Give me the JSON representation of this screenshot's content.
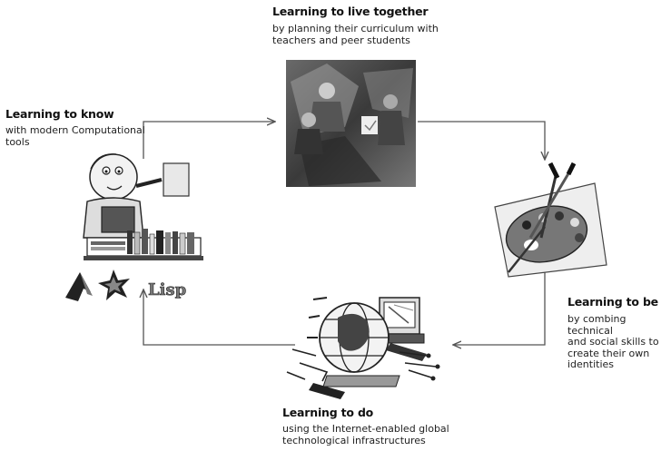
{
  "nodes": {
    "live_together": {
      "title": "Learning to live together",
      "desc_lines": [
        "by planning their curriculum with",
        "teachers and peer students"
      ]
    },
    "know": {
      "title": "Learning to know",
      "desc_lines": [
        "with modern Computational",
        "tools"
      ],
      "logo_text": "Lisp"
    },
    "be": {
      "title": "Learning to be",
      "desc_lines": [
        "by combing technical",
        "and social skills to",
        "create their own",
        "identities"
      ]
    },
    "do": {
      "title": "Learning to do",
      "desc_lines": [
        "using the Internet-enabled global",
        "technological infrastructures"
      ]
    }
  },
  "icons": [
    "people-meeting-photo",
    "student-with-books-icon",
    "matlab-logo-icon",
    "mathematica-logo-icon",
    "lisp-logo-icon",
    "paint-palette-icon",
    "globe-computer-icon"
  ]
}
